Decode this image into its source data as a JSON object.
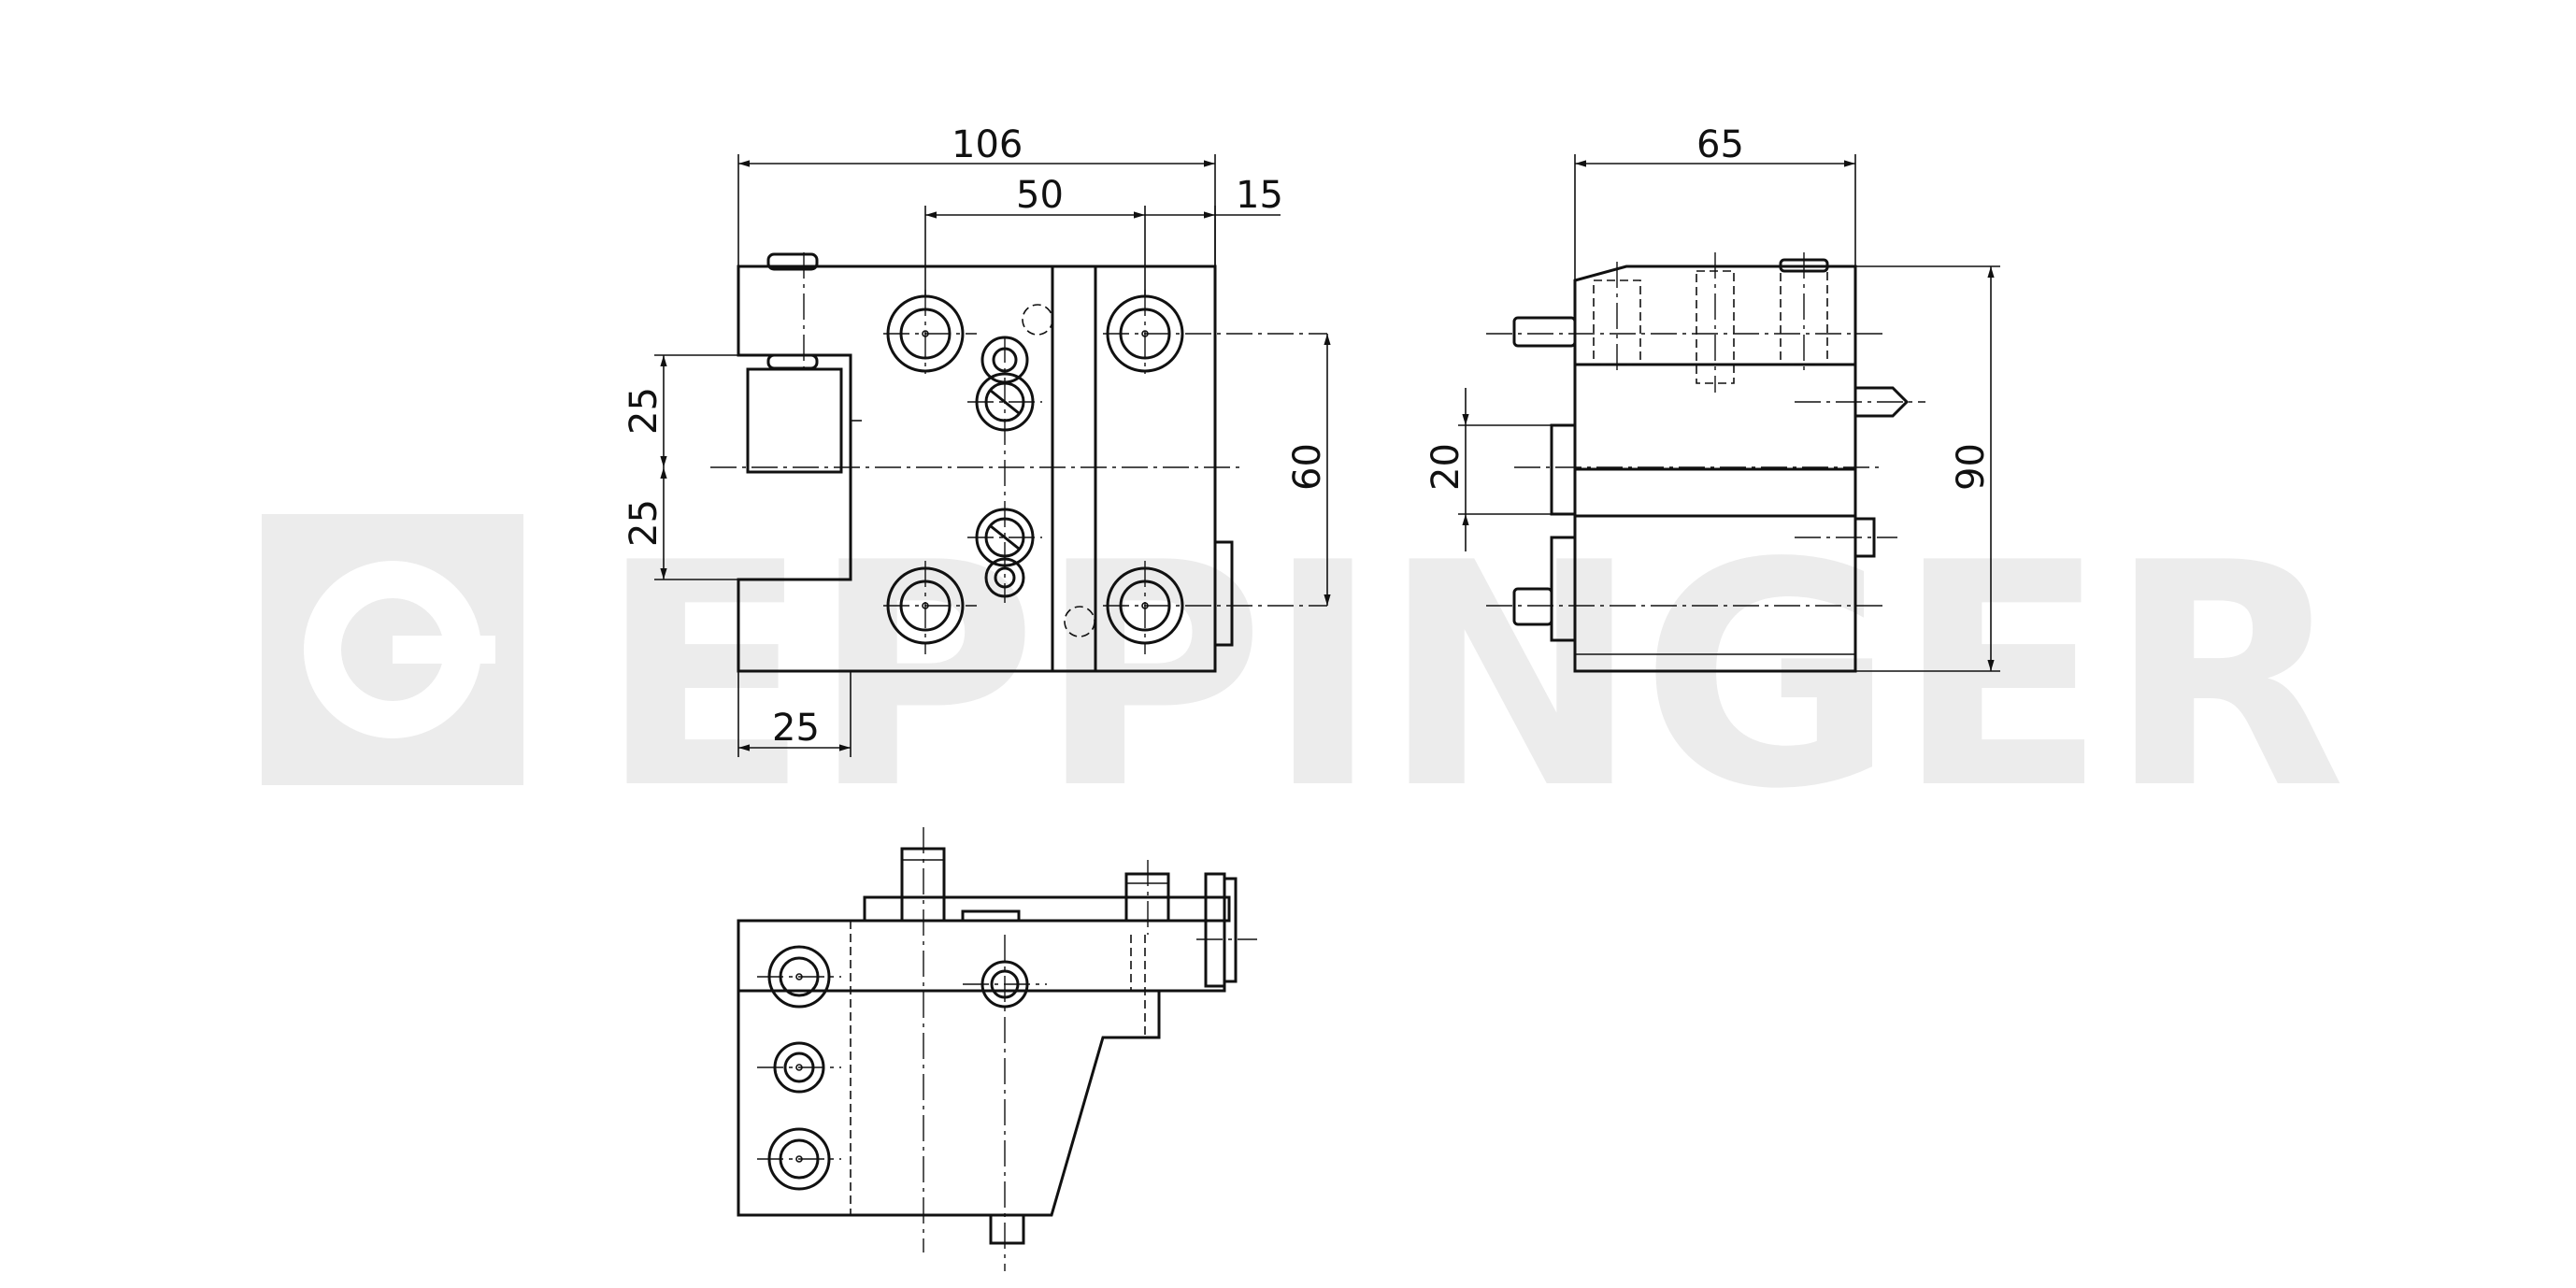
{
  "watermark": {
    "brand": "EPPINGER"
  },
  "front_view": {
    "dims": {
      "overall_width": "106",
      "bolt_spacing": "50",
      "key_offset": "15",
      "upper_half": "25",
      "lower_half": "25",
      "pocket_width": "25",
      "bolt_vertical": "60"
    }
  },
  "side_view": {
    "dims": {
      "depth": "65",
      "height": "90",
      "shank_offset": "20"
    }
  }
}
